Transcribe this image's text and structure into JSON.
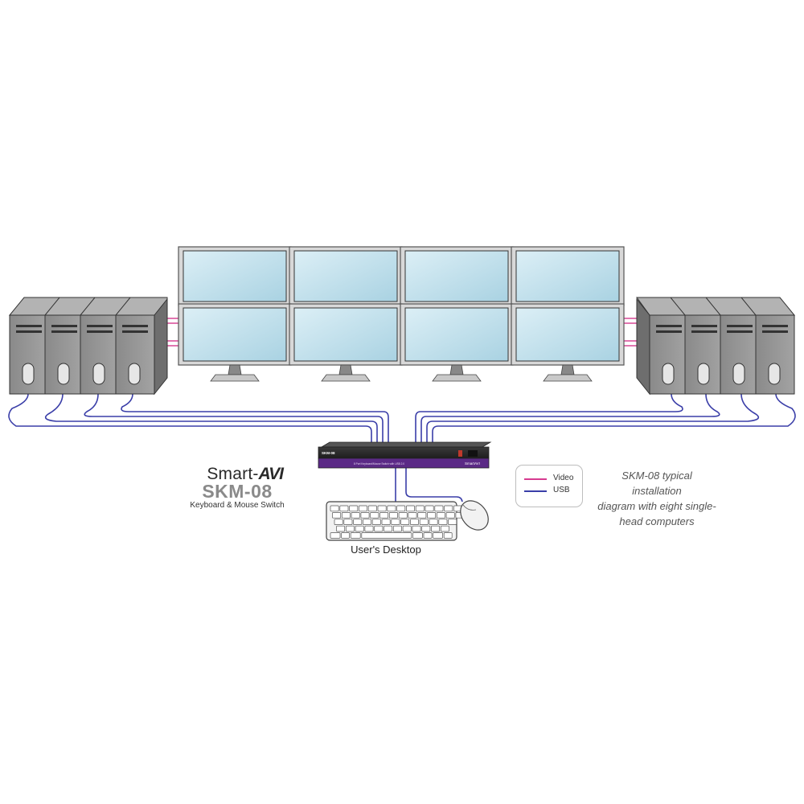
{
  "colors": {
    "video": "#d63a8f",
    "usb": "#3a3ea8",
    "switch_body": "#5b2a86",
    "screen": "#c7e3ee",
    "tower": "#8e8e8e"
  },
  "switch": {
    "model_label": "SKM-08",
    "front_text": "8 Port Keyboard/Mouse Switch with USB 2.0",
    "brand_text": "SmartAVI"
  },
  "brand": {
    "logo_text": "Smart-",
    "logo_mark": "AVI",
    "model": "SKM-08",
    "subtitle": "Keyboard & Mouse Switch"
  },
  "legend": {
    "video_label": "Video",
    "usb_label": "USB"
  },
  "caption": {
    "line1": "SKM-08 typical installation",
    "line2": "diagram with eight single-",
    "line3": "head computers"
  },
  "desktop_label": "User's Desktop",
  "icons": {
    "computer": "tower-computer-icon",
    "monitor": "monitor-icon",
    "keyboard": "keyboard-icon",
    "mouse": "mouse-icon",
    "switch": "kvm-switch-icon"
  }
}
